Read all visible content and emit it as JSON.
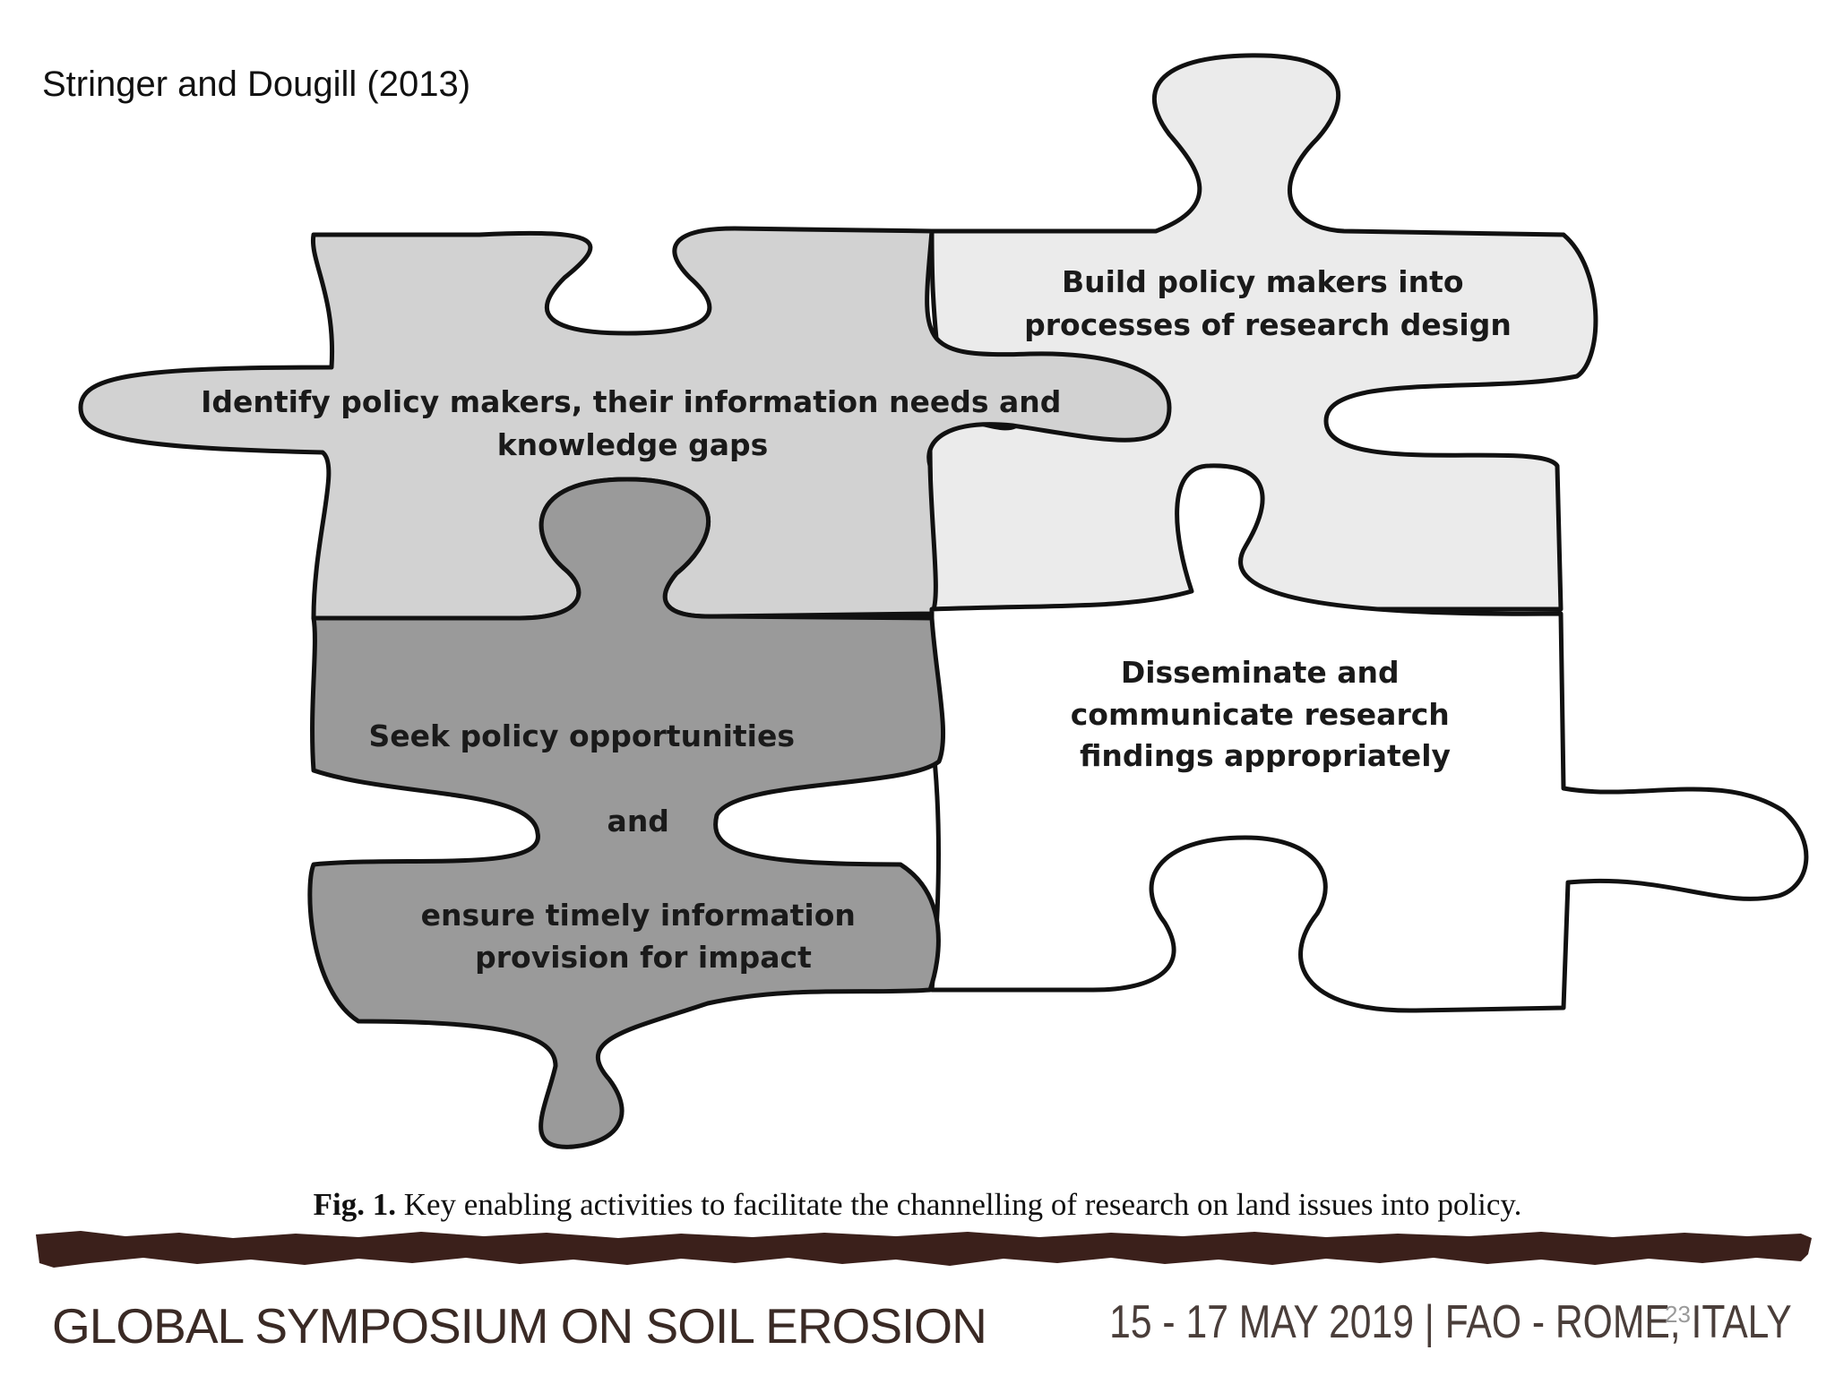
{
  "citation": "Stringer and Dougill (2013)",
  "pieces": {
    "top_left": {
      "lines": [
        "Identify policy makers, their information  needs and",
        "knowledge gaps"
      ],
      "color": "#d2d2d2"
    },
    "top_right": {
      "lines": [
        "Build policy makers into",
        "processes of research design"
      ],
      "color": "#ebebeb"
    },
    "bottom_left": {
      "lines": [
        "Seek policy  opportunities",
        "and",
        "ensure timely information",
        "provision for impact"
      ],
      "color": "#9a9a9a"
    },
    "bottom_right": {
      "lines": [
        "Disseminate and",
        "communicate research",
        "findings appropriately"
      ],
      "color": "#ffffff"
    }
  },
  "caption": {
    "label": "Fig. 1.",
    "text": " Key enabling activities to facilitate the channelling of research on land issues into policy."
  },
  "footer": {
    "event": "GLOBAL SYMPOSIUM ON SOIL EROSION",
    "date_venue": "15 - 17 MAY 2019 | FAO - ROME, ITALY",
    "slide_number": "23",
    "band_color": "#3b201b"
  }
}
